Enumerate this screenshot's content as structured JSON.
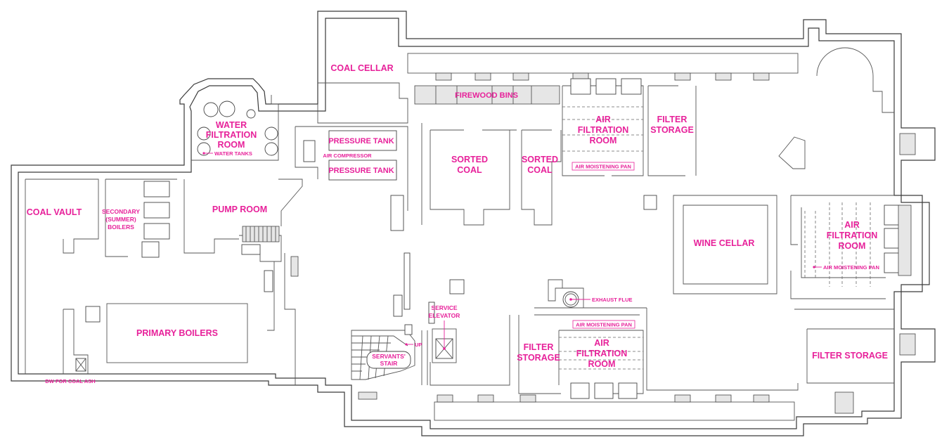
{
  "plan": {
    "accent_color": "#e7219a",
    "wall_color": "#3a3a3a",
    "rooms": {
      "coal_cellar": "COAL CELLAR",
      "firewood_bins": "FIREWOOD BINS",
      "water_filtration": [
        "WATER",
        "FILTRATION",
        "ROOM"
      ],
      "water_tanks": "WATER TANKS",
      "pressure_tank_1": "PRESSURE TANK",
      "air_compressor": "AIR COMPRESSOR",
      "pressure_tank_2": "PRESSURE TANK",
      "sorted_coal_1": [
        "SORTED",
        "COAL"
      ],
      "sorted_coal_2": [
        "SORTED",
        "COAL"
      ],
      "air_filtration_top": [
        "AIR",
        "FILTRATION",
        "ROOM"
      ],
      "air_moistening_top": "AIR MOISTENING PAN",
      "filter_storage_top": [
        "FILTER",
        "STORAGE"
      ],
      "coal_vault": "COAL VAULT",
      "secondary_boilers": [
        "SECONDARY",
        "(SUMMER)",
        "BOILERS"
      ],
      "pump_room": "PUMP ROOM",
      "wine_cellar": "WINE CELLAR",
      "air_filtration_right": [
        "AIR",
        "FILTRATION",
        "ROOM"
      ],
      "air_moistening_right": "AIR MOISTENING PAN",
      "exhaust_flue": "EXHAUST FLUE",
      "air_moistening_bottom": "AIR MOISTENING PAN",
      "service_elevator": [
        "SERVICE",
        "ELEVATOR"
      ],
      "up": "UP",
      "servants_stair": [
        "SERVANTS'",
        "STAIR"
      ],
      "filter_storage_bottom": [
        "FILTER",
        "STORAGE"
      ],
      "air_filtration_bottom": [
        "AIR",
        "FILTRATION",
        "ROOM"
      ],
      "primary_boilers": "PRIMARY BOILERS",
      "dw_coal_ash": "DW FOR COAL ASH",
      "filter_storage_right": "FILTER STORAGE"
    }
  }
}
